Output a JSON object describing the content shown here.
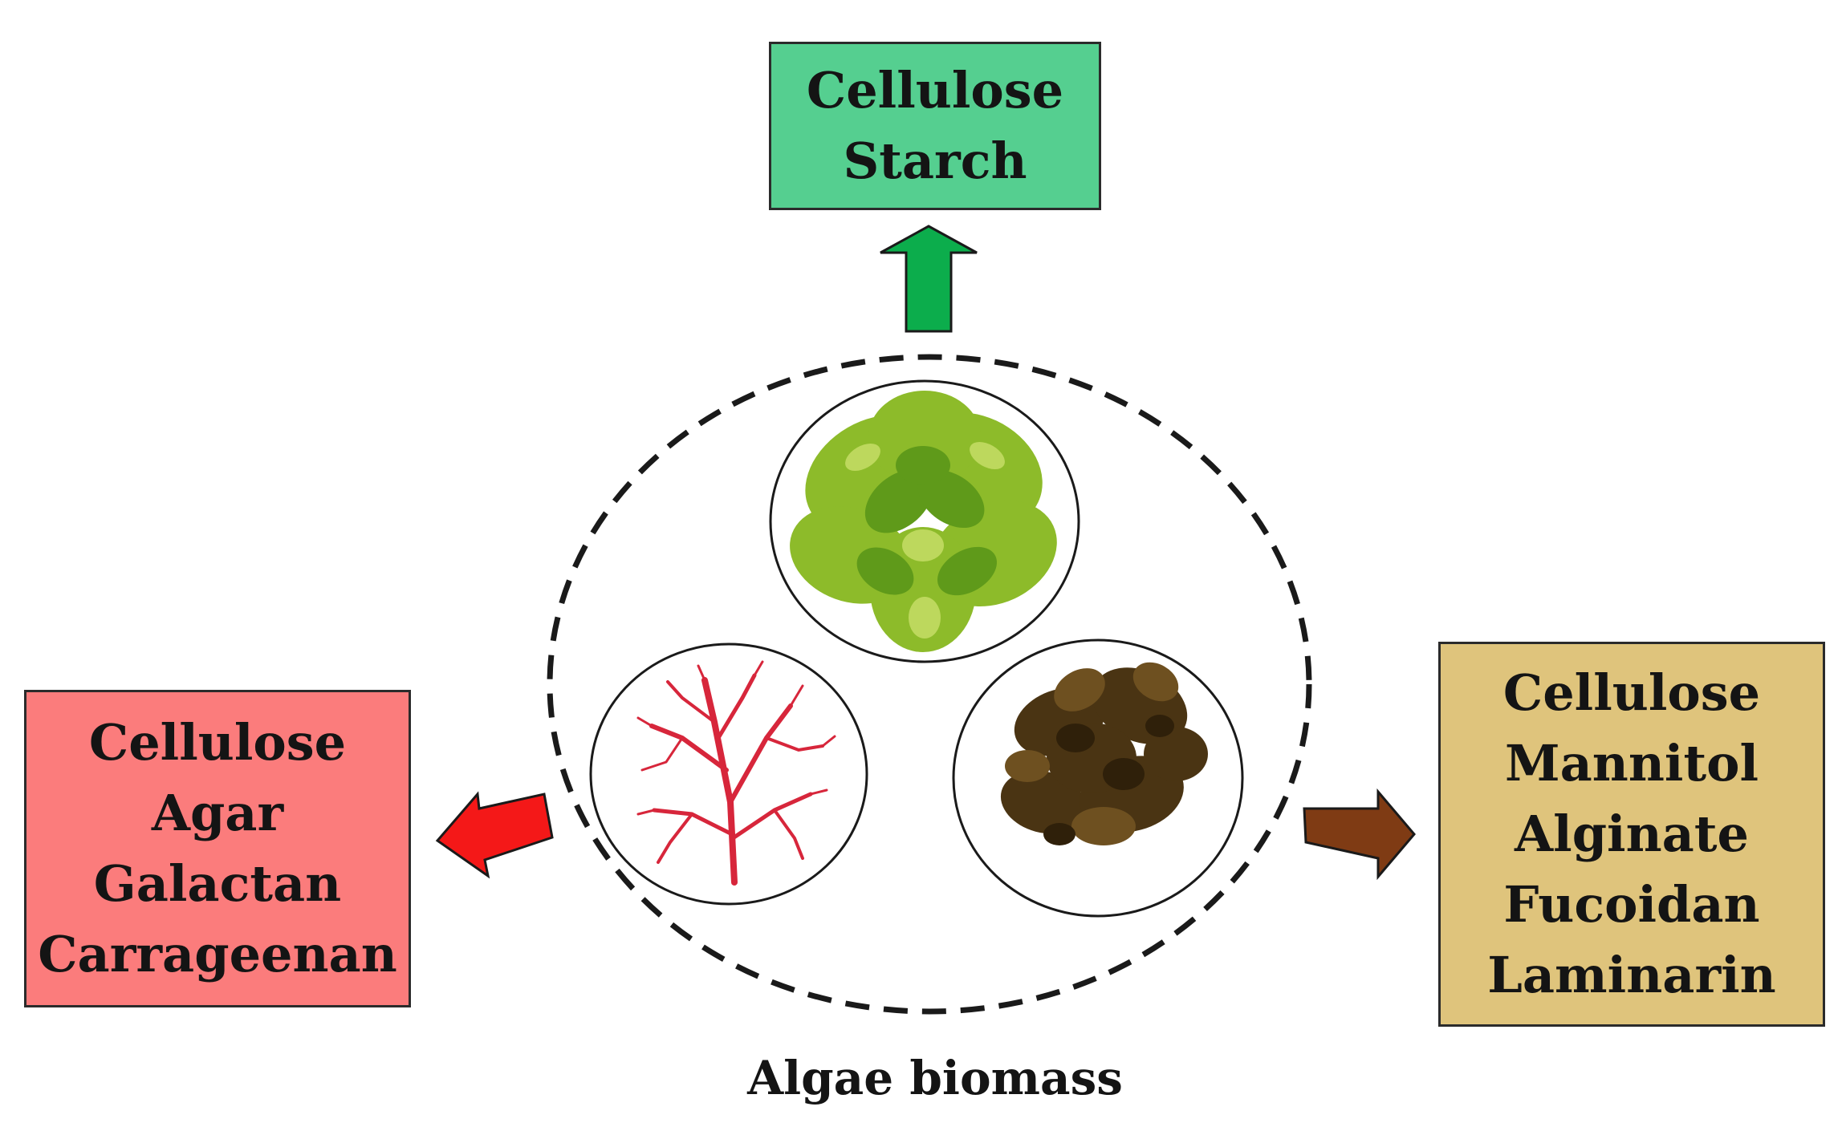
{
  "colors": {
    "green_box": "#55cf90",
    "red_box": "#fb7c7c",
    "tan_box": "#dfc47c",
    "green_arrow": "#0cad4c",
    "red_arrow": "#f41818",
    "brown_arrow": "#7f3b14"
  },
  "green_algae": {
    "products": [
      "Cellulose",
      "Starch"
    ],
    "icon": "green-seaweed-icon"
  },
  "red_algae": {
    "products": [
      "Cellulose",
      "Agar",
      "Galactan",
      "Carrageenan"
    ],
    "icon": "red-seaweed-icon"
  },
  "brown_algae": {
    "products": [
      "Cellulose",
      "Mannitol",
      "Alginate",
      "Fucoidan",
      "Laminarin"
    ],
    "icon": "brown-seaweed-icon"
  },
  "caption": "Algae biomass"
}
